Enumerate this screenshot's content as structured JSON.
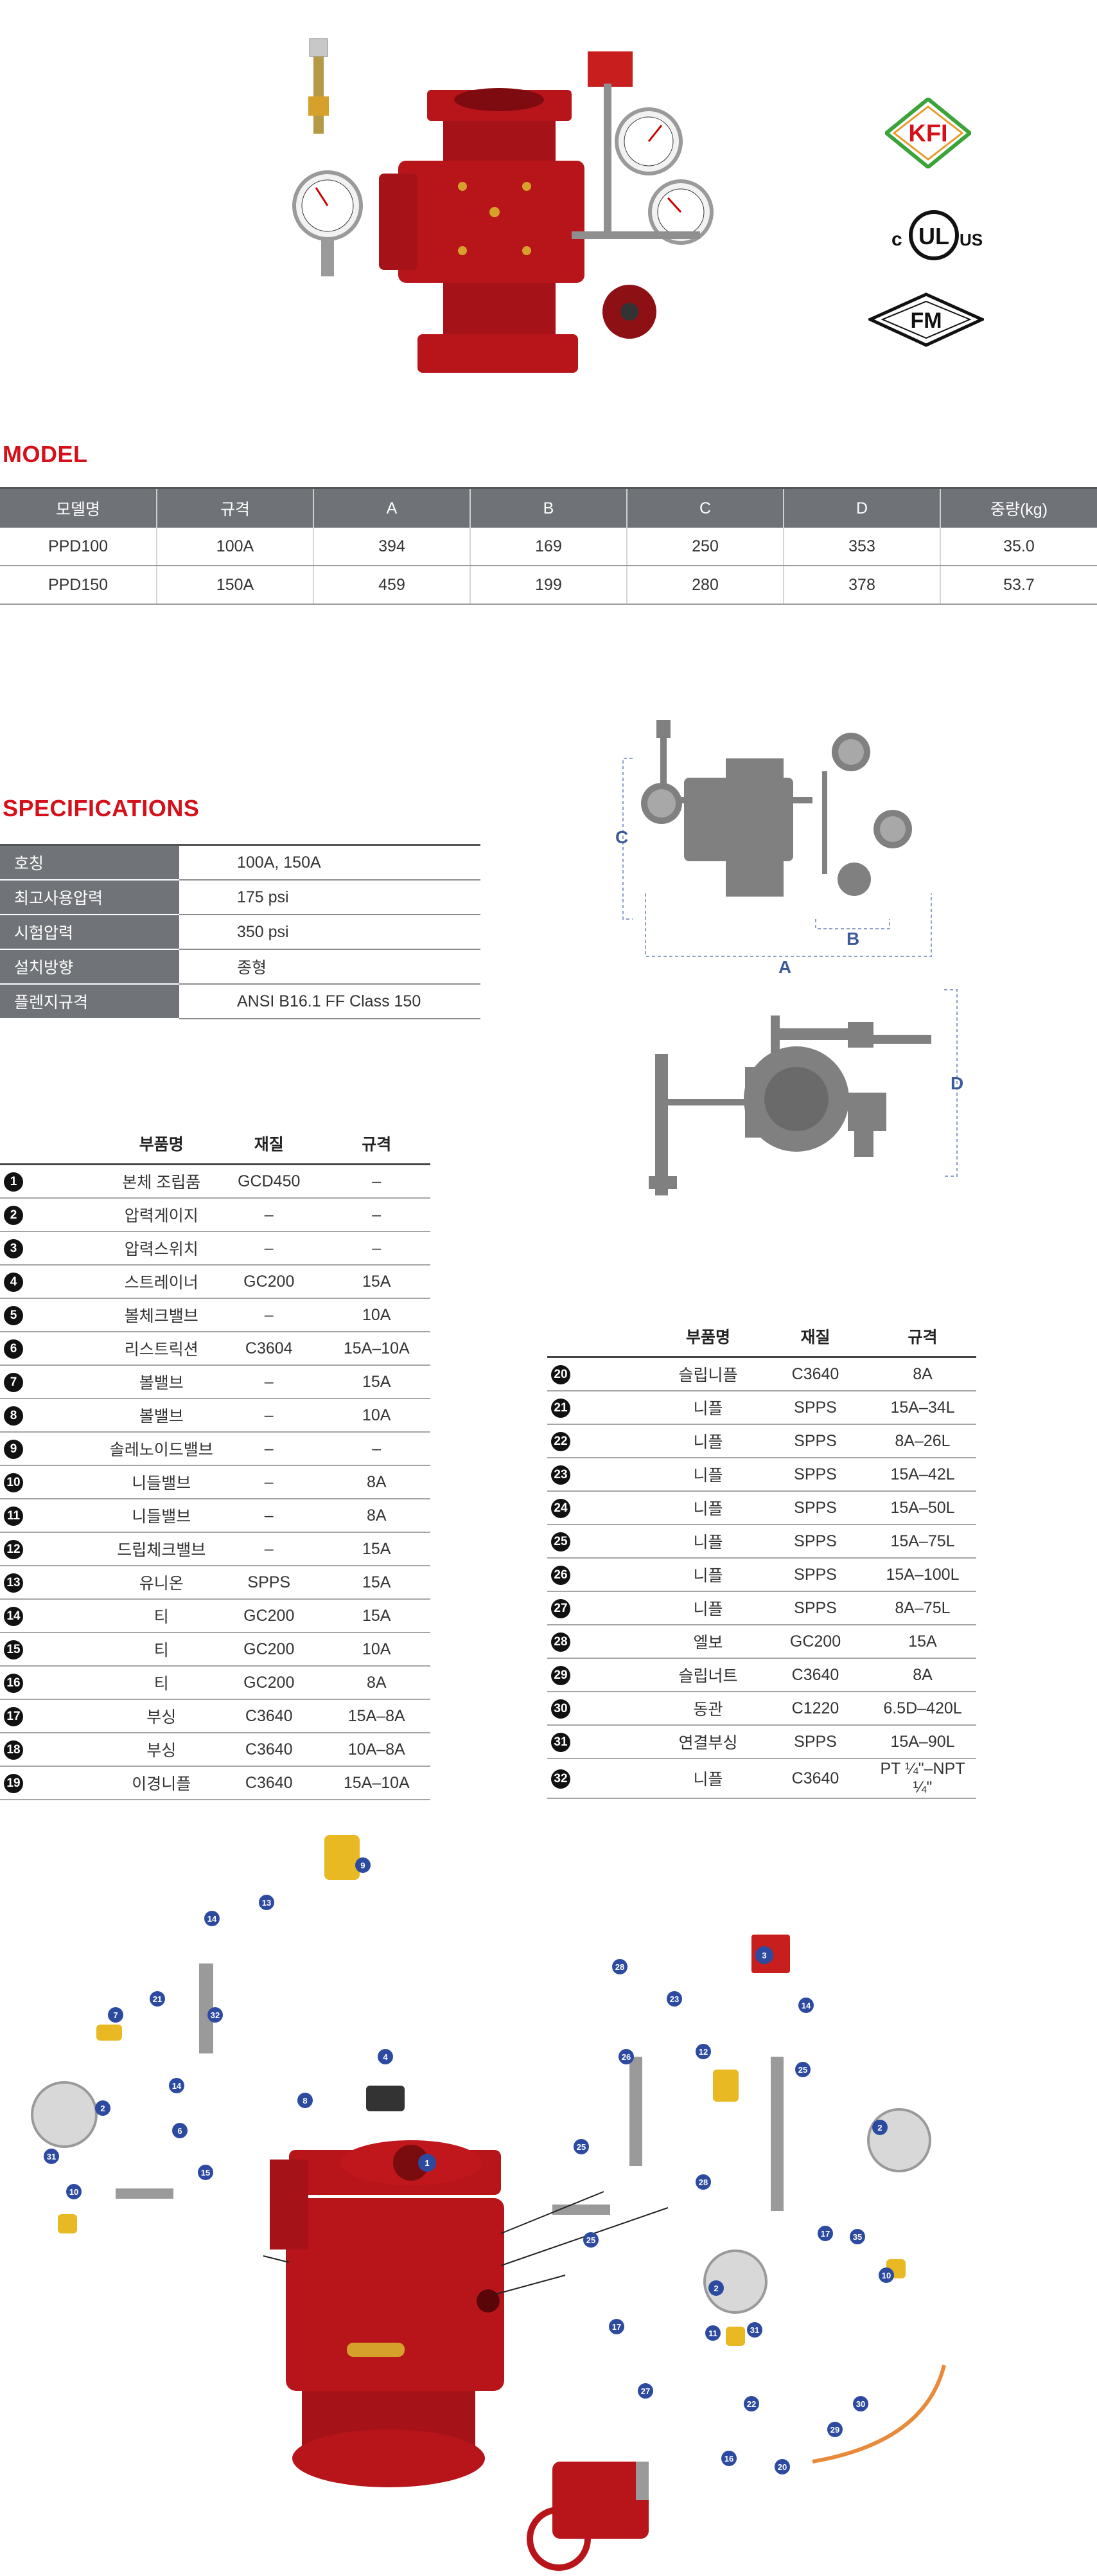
{
  "headings": {
    "model": "MODEL",
    "specifications": "SPECIFICATIONS"
  },
  "certifications": {
    "kfi": "KFI",
    "ul_c": "c",
    "ul_mark": "UL",
    "ul_us": "US",
    "fm": "FM"
  },
  "model_table": {
    "headers": [
      "모델명",
      "규격",
      "A",
      "B",
      "C",
      "D",
      "중량(kg)"
    ],
    "rows": [
      [
        "PPD100",
        "100A",
        "394",
        "169",
        "250",
        "353",
        "35.0"
      ],
      [
        "PPD150",
        "150A",
        "459",
        "199",
        "280",
        "378",
        "53.7"
      ]
    ]
  },
  "specifications": [
    {
      "label": "호칭",
      "value": "100A, 150A"
    },
    {
      "label": "최고사용압력",
      "value": "175 psi"
    },
    {
      "label": "시험압력",
      "value": "350 psi"
    },
    {
      "label": "설치방향",
      "value": "종형"
    },
    {
      "label": "플렌지규격",
      "value": "ANSI B16.1 FF Class 150"
    }
  ],
  "dimension_labels": {
    "a": "A",
    "b": "B",
    "c": "C",
    "d": "D"
  },
  "parts_headers": [
    "부품명",
    "재질",
    "규격"
  ],
  "parts_left": [
    {
      "no": "1",
      "name": "본체 조립품",
      "material": "GCD450",
      "size": "–"
    },
    {
      "no": "2",
      "name": "압력게이지",
      "material": "–",
      "size": "–"
    },
    {
      "no": "3",
      "name": "압력스위치",
      "material": "–",
      "size": "–"
    },
    {
      "no": "4",
      "name": "스트레이너",
      "material": "GC200",
      "size": "15A"
    },
    {
      "no": "5",
      "name": "볼체크밸브",
      "material": "–",
      "size": "10A"
    },
    {
      "no": "6",
      "name": "리스트릭션",
      "material": "C3604",
      "size": "15A–10A"
    },
    {
      "no": "7",
      "name": "볼밸브",
      "material": "–",
      "size": "15A"
    },
    {
      "no": "8",
      "name": "볼밸브",
      "material": "–",
      "size": "10A"
    },
    {
      "no": "9",
      "name": "솔레노이드밸브",
      "material": "–",
      "size": "–"
    },
    {
      "no": "10",
      "name": "니들밸브",
      "material": "–",
      "size": "8A"
    },
    {
      "no": "11",
      "name": "니들밸브",
      "material": "–",
      "size": "8A"
    },
    {
      "no": "12",
      "name": "드립체크밸브",
      "material": "–",
      "size": "15A"
    },
    {
      "no": "13",
      "name": "유니온",
      "material": "SPPS",
      "size": "15A"
    },
    {
      "no": "14",
      "name": "티",
      "material": "GC200",
      "size": "15A"
    },
    {
      "no": "15",
      "name": "티",
      "material": "GC200",
      "size": "10A"
    },
    {
      "no": "16",
      "name": "티",
      "material": "GC200",
      "size": "8A"
    },
    {
      "no": "17",
      "name": "부싱",
      "material": "C3640",
      "size": "15A–8A"
    },
    {
      "no": "18",
      "name": "부싱",
      "material": "C3640",
      "size": "10A–8A"
    },
    {
      "no": "19",
      "name": "이경니플",
      "material": "C3640",
      "size": "15A–10A"
    }
  ],
  "parts_right": [
    {
      "no": "20",
      "name": "슬립니플",
      "material": "C3640",
      "size": "8A"
    },
    {
      "no": "21",
      "name": "니플",
      "material": "SPPS",
      "size": "15A–34L"
    },
    {
      "no": "22",
      "name": "니플",
      "material": "SPPS",
      "size": "8A–26L"
    },
    {
      "no": "23",
      "name": "니플",
      "material": "SPPS",
      "size": "15A–42L"
    },
    {
      "no": "24",
      "name": "니플",
      "material": "SPPS",
      "size": "15A–50L"
    },
    {
      "no": "25",
      "name": "니플",
      "material": "SPPS",
      "size": "15A–75L"
    },
    {
      "no": "26",
      "name": "니플",
      "material": "SPPS",
      "size": "15A–100L"
    },
    {
      "no": "27",
      "name": "니플",
      "material": "SPPS",
      "size": "8A–75L"
    },
    {
      "no": "28",
      "name": "엘보",
      "material": "GC200",
      "size": "15A"
    },
    {
      "no": "29",
      "name": "슬립너트",
      "material": "C3640",
      "size": "8A"
    },
    {
      "no": "30",
      "name": "동관",
      "material": "C1220",
      "size": "6.5D–420L"
    },
    {
      "no": "31",
      "name": "연결부싱",
      "material": "SPPS",
      "size": "15A–90L"
    },
    {
      "no": "32",
      "name": "니플",
      "material": "C3640",
      "size": "PT ¼\"–NPT ¼\""
    }
  ],
  "colors": {
    "accent_red": "#d5101a",
    "valve_red": "#b8151b",
    "header_gray": "#6f7276",
    "dimension_blue": "#3d5b9a",
    "brass": "#e8b923",
    "badge_blue": "#2c4aa0"
  },
  "icons": [
    "kfi-logo-icon",
    "ul-logo-icon",
    "fm-logo-icon",
    "part-number-badge-icon"
  ]
}
